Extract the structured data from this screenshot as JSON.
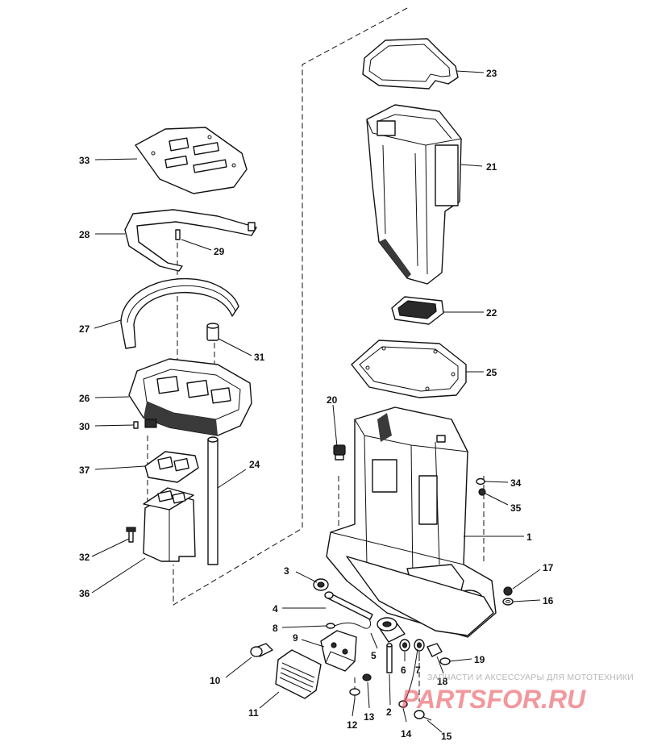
{
  "watermark": {
    "tagline": "ЗАПЧАСТИ И АКСЕССУАРЫ ДЛЯ МОТОТЕХНИКИ",
    "logo": "PARTSFOR.RU",
    "logo_color": "#e8434b"
  },
  "callouts": {
    "c1": "1",
    "c2": "2",
    "c3": "3",
    "c4": "4",
    "c5": "5",
    "c6": "6",
    "c7": "7",
    "c8": "8",
    "c9": "9",
    "c10": "10",
    "c11": "11",
    "c12": "12",
    "c13": "13",
    "c14": "14",
    "c15": "15",
    "c16": "16",
    "c17": "17",
    "c18": "18",
    "c19": "19",
    "c20": "20",
    "c21": "21",
    "c22": "22",
    "c23": "23",
    "c24": "24",
    "c25": "25",
    "c26": "26",
    "c27": "27",
    "c28": "28",
    "c29": "29",
    "c30": "30",
    "c31": "31",
    "c32": "32",
    "c33": "33",
    "c34": "34",
    "c35": "35",
    "c36": "36",
    "c37": "37"
  }
}
